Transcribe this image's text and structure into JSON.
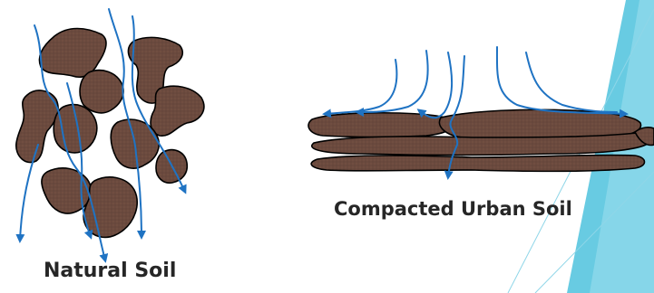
{
  "labels": {
    "natural": "Natural Soil",
    "compacted": "Compacted Urban Soil"
  },
  "colors": {
    "soil_fill": "#6b4a3e",
    "soil_outline": "#000000",
    "water_flow": "#1f73c3",
    "accent_decoration": "#36b9d8",
    "accent_line": "#8fd6e8"
  },
  "icons": {
    "natural_soil": "natural-soil-aggregates",
    "compacted_soil": "compacted-soil-layers",
    "water_flow": "water-flow-arrows"
  }
}
